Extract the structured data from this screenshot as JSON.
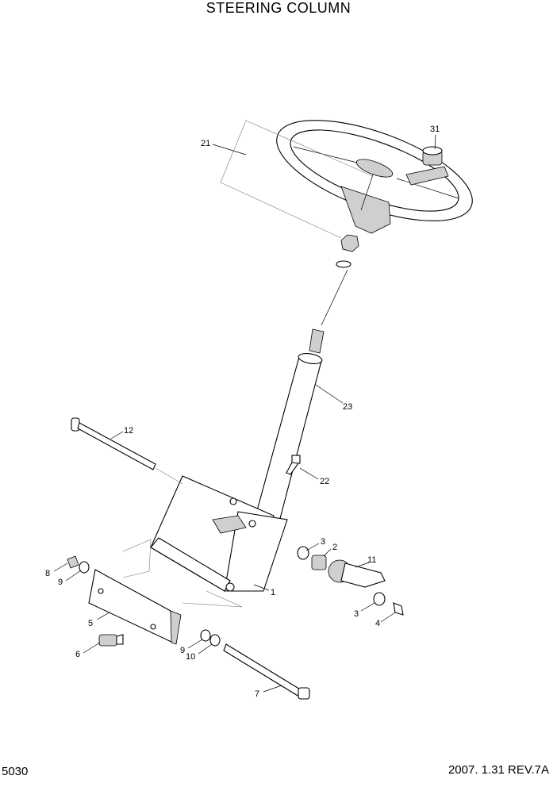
{
  "title": "STEERING COLUMN",
  "page_number": "5030",
  "revision": "2007. 1.31 REV.7A",
  "callouts": {
    "c31": "31",
    "c21": "21",
    "c23": "23",
    "c12": "12",
    "c22": "22",
    "c3a": "3",
    "c2": "2",
    "c11": "11",
    "c1": "1",
    "c8": "8",
    "c9a": "9",
    "c5": "5",
    "c6": "6",
    "c9b": "9",
    "c10": "10",
    "c3b": "3",
    "c4": "4",
    "c7": "7"
  }
}
